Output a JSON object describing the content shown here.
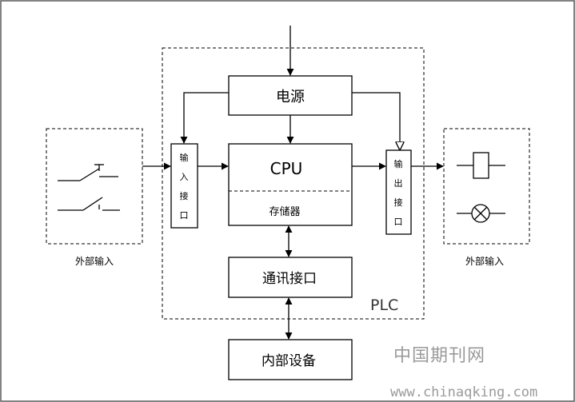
{
  "labels": {
    "power": "电源",
    "cpu": "CPU",
    "memory": "存储器",
    "comm_interface": "通讯接口",
    "internal_device": "内部设备",
    "plc": "PLC",
    "input_interface": [
      "输",
      "入",
      "接",
      "口"
    ],
    "output_interface": [
      "输",
      "出",
      "接",
      "口"
    ],
    "external_input_left": "外部输入",
    "external_input_right": "外部输入"
  },
  "watermark": {
    "name": "中国期刊网",
    "url": "www.chinaqking.com"
  },
  "colors": {
    "stroke": "#000000",
    "frame": "#5a5a5a",
    "watermark": "#9a9a9a"
  }
}
